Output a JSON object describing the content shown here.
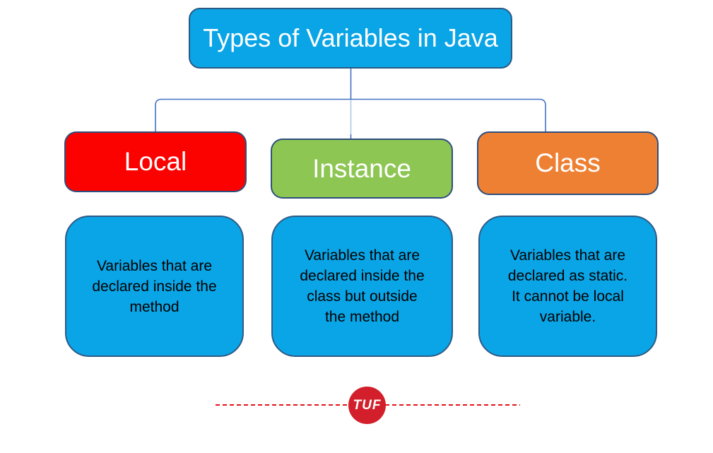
{
  "diagram": {
    "title": "Types of Variables in Java",
    "nodes": [
      {
        "label": "Local",
        "description": "Variables that are\ndeclared inside the\nmethod",
        "fill": "#fb0200"
      },
      {
        "label": "Instance",
        "description": "Variables that are\ndeclared inside the\nclass but outside\nthe method",
        "fill": "#8dc653"
      },
      {
        "label": "Class",
        "description": "Variables that are\ndeclared as static.\nIt cannot be local\nvariable.",
        "fill": "#ee8033"
      }
    ],
    "colors": {
      "title_fill": "#0aa5e6",
      "description_fill": "#0aa5e6",
      "box_border": "#2e5380",
      "connector": "#4472c4",
      "connector_light": "#aec6e9",
      "divider_red": "#e3131b",
      "logo_red": "#d21f2b",
      "label_text": "#ffffff",
      "description_text": "#000000"
    },
    "footer": {
      "logo_text": "TUF"
    }
  }
}
